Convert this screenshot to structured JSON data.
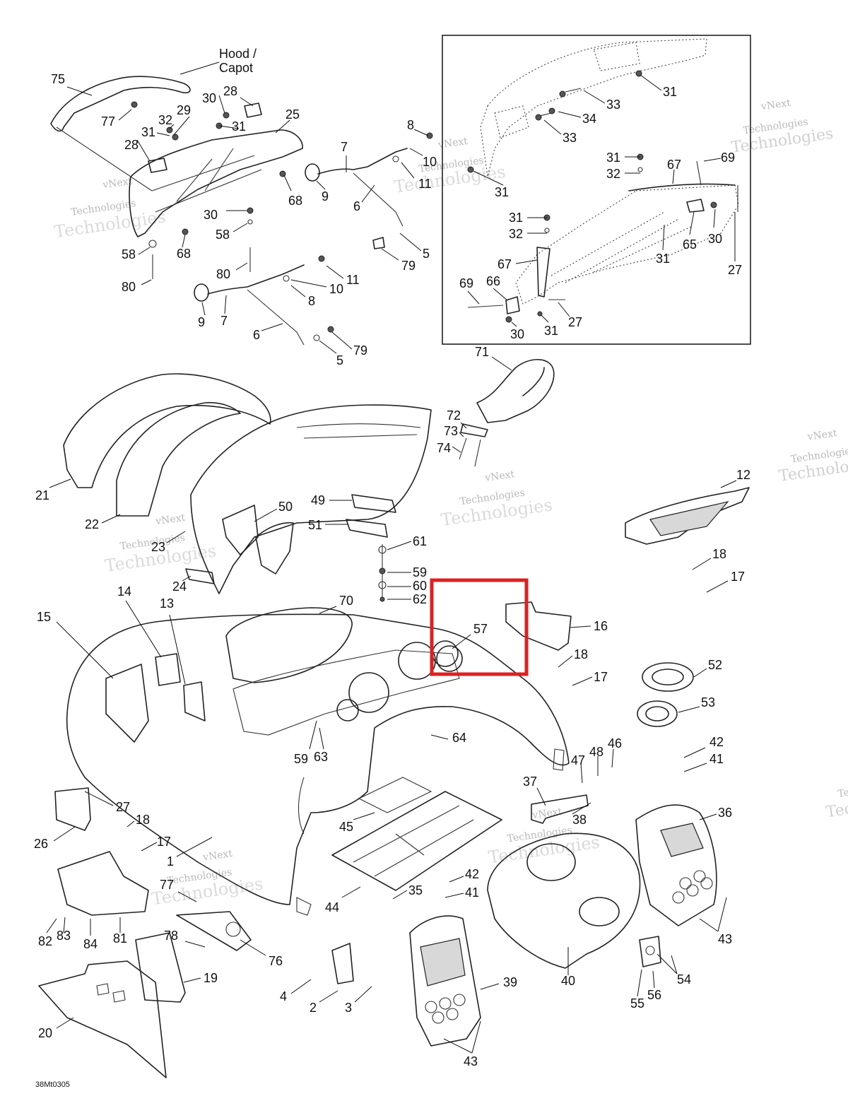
{
  "hood_label": {
    "line1": "Hood /",
    "line2": "Capot"
  },
  "drawing_code": "38Mt0305",
  "watermark": {
    "line1": "vNext",
    "line2": "Technologies",
    "line3": "Technologies"
  },
  "highlight": {
    "label": "57",
    "color": "#e02020"
  },
  "callouts": [
    "75",
    "77",
    "28",
    "31",
    "32",
    "29",
    "30",
    "28",
    "31",
    "25",
    "58",
    "80",
    "68",
    "68",
    "30",
    "58",
    "80",
    "7",
    "9",
    "6",
    "8",
    "10",
    "11",
    "79",
    "5",
    "11",
    "10",
    "8",
    "9",
    "7",
    "6",
    "5",
    "79",
    "31",
    "33",
    "34",
    "33",
    "31",
    "31",
    "32",
    "67",
    "69",
    "31",
    "32",
    "65",
    "30",
    "31",
    "67",
    "27",
    "69",
    "66",
    "30",
    "31",
    "27",
    "71",
    "72",
    "73",
    "74",
    "21",
    "22",
    "23",
    "24",
    "50",
    "49",
    "51",
    "61",
    "59",
    "60",
    "62",
    "70",
    "14",
    "13",
    "15",
    "16",
    "18",
    "17",
    "12",
    "18",
    "17",
    "52",
    "53",
    "64",
    "59",
    "63",
    "42",
    "41",
    "47",
    "48",
    "46",
    "37",
    "38",
    "36",
    "45",
    "27",
    "26",
    "18",
    "17",
    "1",
    "44",
    "35",
    "42",
    "41",
    "43",
    "40",
    "77",
    "76",
    "78",
    "82",
    "83",
    "84",
    "81",
    "19",
    "4",
    "2",
    "3",
    "20",
    "39",
    "54",
    "55",
    "56",
    "43"
  ]
}
